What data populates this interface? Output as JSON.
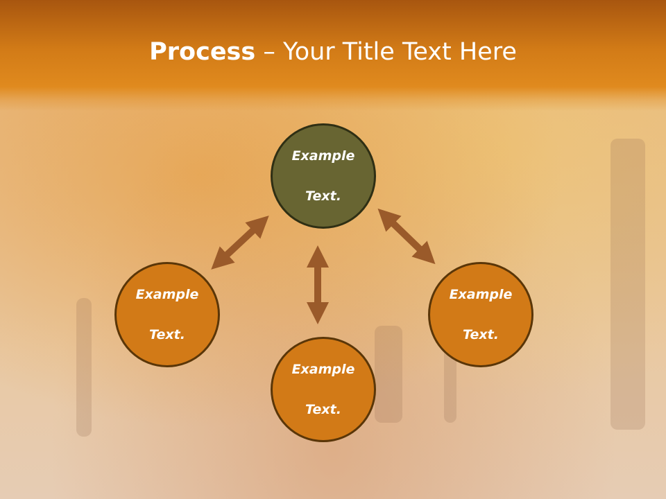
{
  "title": {
    "bold": "Process",
    "rest": " – Your Title Text Here"
  },
  "nodes": {
    "top": {
      "line1": "Example",
      "line2": "Text."
    },
    "left": {
      "line1": "Example",
      "line2": "Text."
    },
    "right": {
      "line1": "Example",
      "line2": "Text."
    },
    "bottom": {
      "line1": "Example",
      "line2": "Text."
    }
  },
  "colors": {
    "header": "#d27b17",
    "center_node": "#686532",
    "outer_node": "#d27a17",
    "arrow": "#9a5a2a"
  }
}
